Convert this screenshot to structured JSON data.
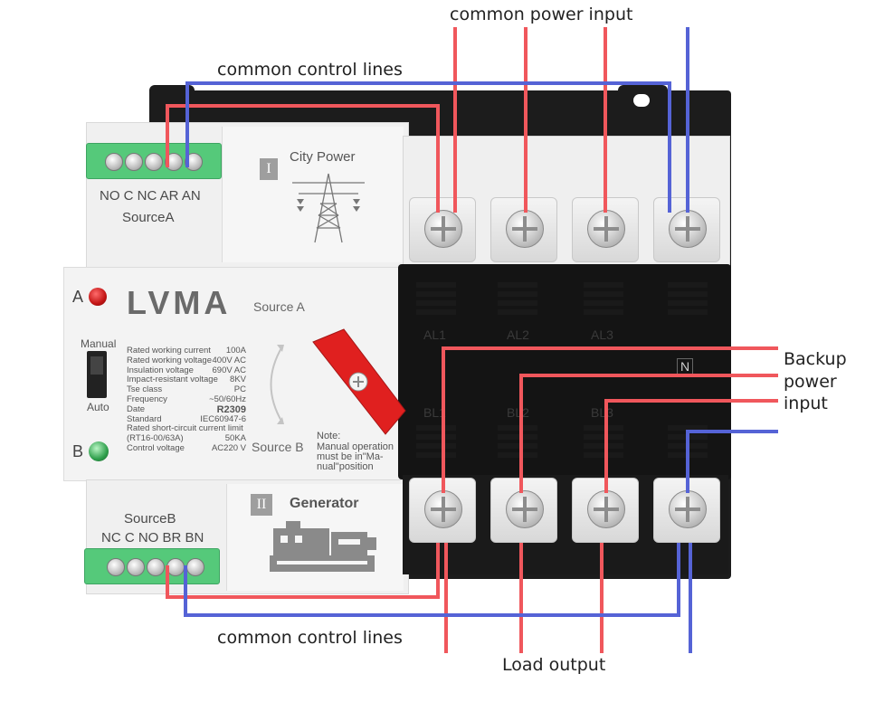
{
  "callouts": {
    "common_power_input": "common power input",
    "common_control_lines_top": "common control lines",
    "common_control_lines_bottom": "common control lines",
    "backup_line1": "Backup",
    "backup_line2": "power",
    "backup_line3": "input",
    "load_output": "Load output"
  },
  "device": {
    "brand": "LVMA",
    "source_a_label": "Source A",
    "source_b_label": "Source B",
    "indicator_a": "A",
    "indicator_b": "B",
    "manual_label": "Manual",
    "auto_label": "Auto",
    "top_module": {
      "terminals": "NO C NC AR AN",
      "source": "SourceA",
      "roman": "I",
      "title": "City Power"
    },
    "bottom_module": {
      "terminals": "NC C NO BR BN",
      "source": "SourceB",
      "roman": "II",
      "title": "Generator"
    },
    "specs": [
      {
        "label": "Rated working current",
        "value": "100A"
      },
      {
        "label": "Rated working voltage",
        "value": "400V AC"
      },
      {
        "label": "Insulation voltage",
        "value": "690V AC"
      },
      {
        "label": "Impact-resistant voltage",
        "value": "8KV"
      },
      {
        "label": "Tse class",
        "value": "PC"
      },
      {
        "label": "Frequency",
        "value": "~50/60Hz"
      },
      {
        "label": "Date",
        "value": "R2309"
      },
      {
        "label": "Standard",
        "value": "IEC60947-6"
      },
      {
        "label": "Rated short-circuit current limit",
        "value": ""
      },
      {
        "label": "(RT16-00/63A)",
        "value": "50KA"
      },
      {
        "label": "Control voltage",
        "value": "AC220 V"
      }
    ],
    "note_title": "Note:",
    "note_body_1": "Manual operation",
    "note_body_2": "must be in\"Ma-",
    "note_body_3": "nual\"position",
    "phase_top": [
      "AL1",
      "AL2",
      "AL3",
      "N"
    ],
    "phase_bottom": [
      "BL1",
      "BL2",
      "BL3"
    ],
    "side_n": "N"
  },
  "colors": {
    "red_wire": "#f0575c",
    "blue_wire": "#5563d6",
    "housing": "#eeeeee",
    "black_panel": "#111111",
    "handle_red": "#e0201f",
    "terminal_green": "#55c97a"
  }
}
